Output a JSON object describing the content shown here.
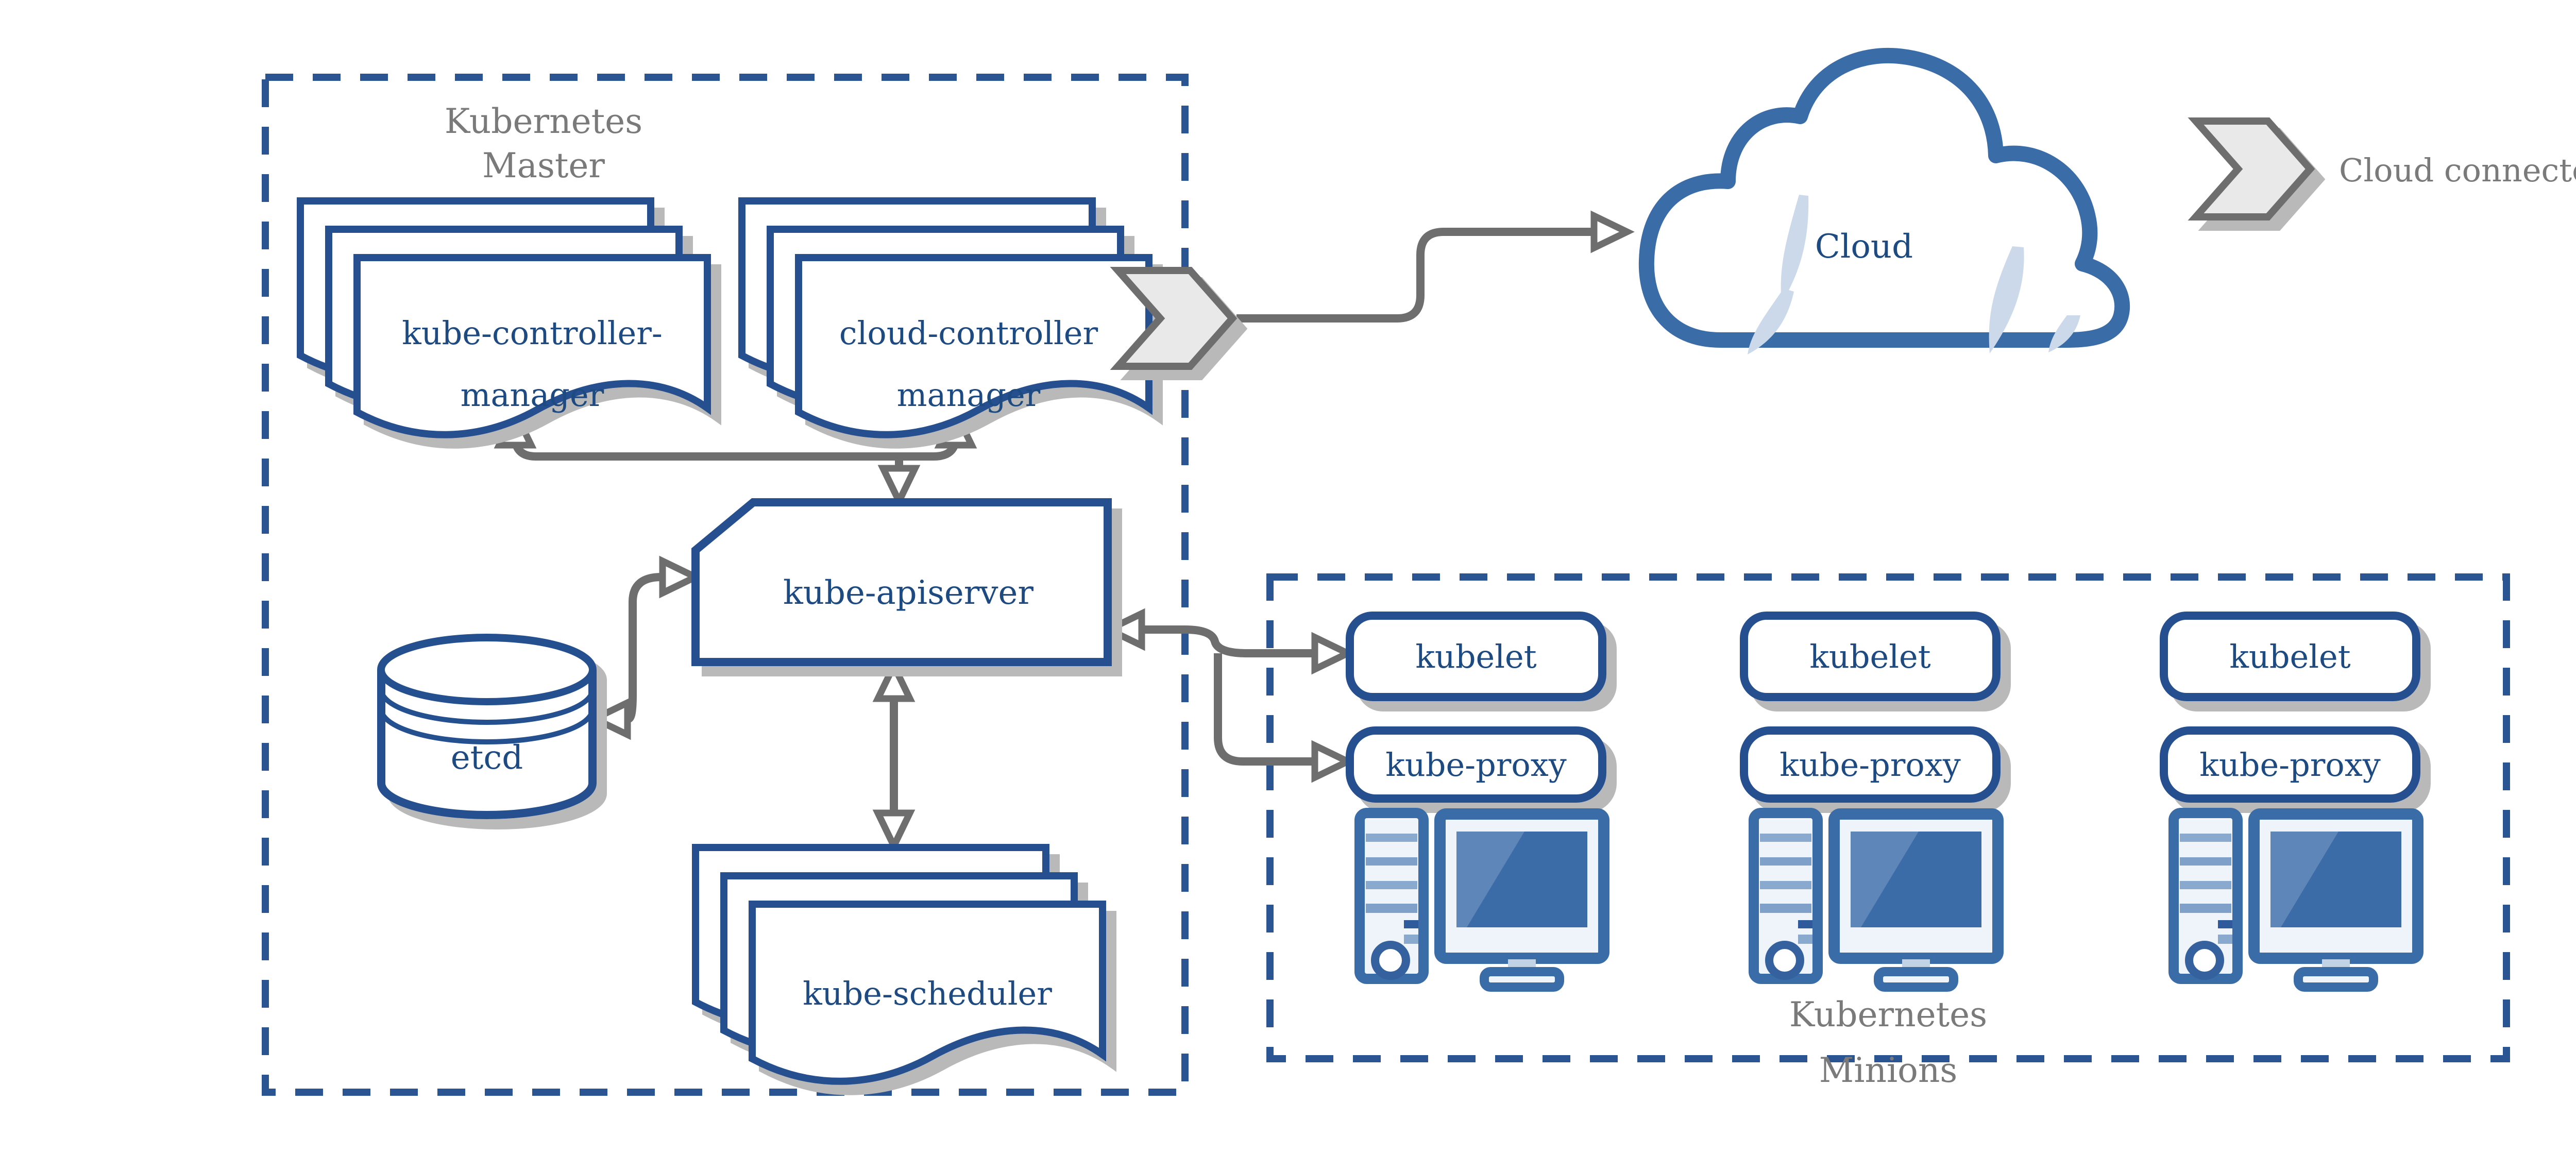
{
  "master": {
    "title_line1": "Kubernetes",
    "title_line2": "Master",
    "components": {
      "kube_controller_manager": {
        "line1": "kube-controller-",
        "line2": "manager"
      },
      "cloud_controller_manager": {
        "line1": "cloud-controller",
        "line2": "manager"
      },
      "kube_apiserver": {
        "label": "kube-apiserver"
      },
      "etcd": {
        "label": "etcd"
      },
      "kube_scheduler": {
        "label": "kube-scheduler"
      }
    }
  },
  "cloud": {
    "label": "Cloud"
  },
  "legend": {
    "label": "Cloud connector",
    "icon": "cloud-connector-chevron-icon"
  },
  "minions": {
    "title_line1": "Kubernetes",
    "title_line2": "Minions",
    "nodes": [
      {
        "kubelet": "kubelet",
        "kube_proxy": "kube-proxy",
        "icon": "desktop-computer-icon"
      },
      {
        "kubelet": "kubelet",
        "kube_proxy": "kube-proxy",
        "icon": "desktop-computer-icon"
      },
      {
        "kubelet": "kubelet",
        "kube_proxy": "kube-proxy",
        "icon": "desktop-computer-icon"
      }
    ]
  },
  "icons": {
    "cloud_connector": "gray chevron band arrow",
    "minion_host": "desktop tower with monitor",
    "etcd_store": "database cylinder",
    "cloud": "cloud outline with shine"
  },
  "colors": {
    "box_border_blue": "#25508F",
    "label_text_blue": "#1E4A82",
    "dashed_border_blue": "#2A5492",
    "device_blue": "#3A6CA8",
    "screen_blue": "#3B6CA7",
    "screen_shine_blue": "#5E86B8",
    "cloud_shine": "#CBD9EA",
    "connector_gray": "#6E6E6E",
    "zone_title_gray": "#7A7A7A",
    "shadow_gray": "#B9B9B9",
    "chevron_fill": "#E9E9E9",
    "device_fill": "#EFF3FA"
  }
}
